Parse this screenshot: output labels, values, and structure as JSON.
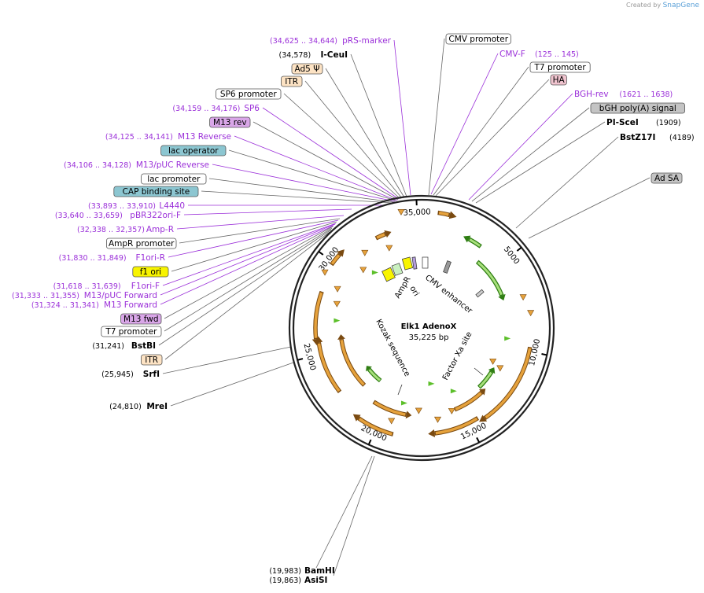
{
  "credit": {
    "prefix": "Created by",
    "brand": "SnapGene"
  },
  "plasmid": {
    "name": "Elk1 AdenoX",
    "length": "35,225 bp"
  },
  "ticks": [
    "5000",
    "10,000",
    "15,000",
    "20,000",
    "25,000",
    "30,000",
    "35,000"
  ],
  "inner_labels": [
    "AmpR",
    "ori",
    "CMV enhancer",
    "Kozak sequence",
    "Factor Xa site"
  ],
  "left_labels": [
    {
      "coord": "(34,625 .. 34,644)",
      "name": "pRS-marker",
      "style": "primer"
    },
    {
      "coord": "(34,578)",
      "name": "I-CeuI",
      "style": "enzyme"
    },
    {
      "coord": "",
      "name": "Ad5 Ψ",
      "style": "box-orange"
    },
    {
      "coord": "",
      "name": "ITR",
      "style": "box-orange"
    },
    {
      "coord": "",
      "name": "SP6 promoter",
      "style": "box-white"
    },
    {
      "coord": "(34,159 .. 34,176)",
      "name": "SP6",
      "style": "primer"
    },
    {
      "coord": "",
      "name": "M13 rev",
      "style": "box-purple"
    },
    {
      "coord": "(34,125 .. 34,141)",
      "name": "M13 Reverse",
      "style": "primer"
    },
    {
      "coord": "",
      "name": "lac operator",
      "style": "box-teal"
    },
    {
      "coord": "(34,106 .. 34,128)",
      "name": "M13/pUC Reverse",
      "style": "primer"
    },
    {
      "coord": "",
      "name": "lac promoter",
      "style": "box-white"
    },
    {
      "coord": "",
      "name": "CAP binding site",
      "style": "box-teal"
    },
    {
      "coord": "(33,893 .. 33,910)",
      "name": "L4440",
      "style": "primer"
    },
    {
      "coord": "(33,640 .. 33,659)",
      "name": "pBR322ori-F",
      "style": "primer"
    },
    {
      "coord": "(32,338 .. 32,357)",
      "name": "Amp-R",
      "style": "primer"
    },
    {
      "coord": "",
      "name": "AmpR promoter",
      "style": "box-white"
    },
    {
      "coord": "(31,830 .. 31,849)",
      "name": "F1ori-R",
      "style": "primer"
    },
    {
      "coord": "",
      "name": "f1 ori",
      "style": "box-yellow"
    },
    {
      "coord": "(31,618 .. 31,639)",
      "name": "F1ori-F",
      "style": "primer"
    },
    {
      "coord": "(31,333 .. 31,355)",
      "name": "M13/pUC Forward",
      "style": "primer"
    },
    {
      "coord": "(31,324 .. 31,341)",
      "name": "M13 Forward",
      "style": "primer"
    },
    {
      "coord": "",
      "name": "M13 fwd",
      "style": "box-purple"
    },
    {
      "coord": "",
      "name": "T7 promoter",
      "style": "box-white"
    },
    {
      "coord": "(31,241)",
      "name": "BstBI",
      "style": "enzyme"
    },
    {
      "coord": "",
      "name": "ITR",
      "style": "box-orange"
    },
    {
      "coord": "(25,945)",
      "name": "SrfI",
      "style": "enzyme"
    },
    {
      "coord": "(24,810)",
      "name": "MreI",
      "style": "enzyme"
    }
  ],
  "right_labels": [
    {
      "name": "CMV promoter",
      "coord": "",
      "style": "box-white"
    },
    {
      "name": "CMV-F",
      "coord": "(125 .. 145)",
      "style": "primer"
    },
    {
      "name": "T7 promoter",
      "coord": "",
      "style": "box-white"
    },
    {
      "name": "HA",
      "coord": "",
      "style": "box-pink"
    },
    {
      "name": "BGH-rev",
      "coord": "(1621 .. 1638)",
      "style": "primer"
    },
    {
      "name": "bGH poly(A) signal",
      "coord": "",
      "style": "box-gray"
    },
    {
      "name": "PI-SceI",
      "coord": "(1909)",
      "style": "enzyme"
    },
    {
      "name": "BstZ17I",
      "coord": "(4189)",
      "style": "enzyme"
    },
    {
      "name": "Ad SA",
      "coord": "",
      "style": "box-gray"
    }
  ],
  "bottom_labels": [
    {
      "coord": "(19,983)",
      "name": "BamHI",
      "style": "enzyme"
    },
    {
      "coord": "(19,863)",
      "name": "AsiSI",
      "style": "enzyme"
    }
  ],
  "colors": {
    "primer": "#9b30d9",
    "box-orange": "#fde3c4",
    "box-purple": "#d9a6e8",
    "box-teal": "#8cc6d1",
    "box-yellow": "#f8f400",
    "box-pink": "#f0c4cf",
    "box-gray": "#c4c4c4",
    "box-white": "#ffffff",
    "orf": "#e6a23c",
    "green": "#5cbf2a"
  }
}
